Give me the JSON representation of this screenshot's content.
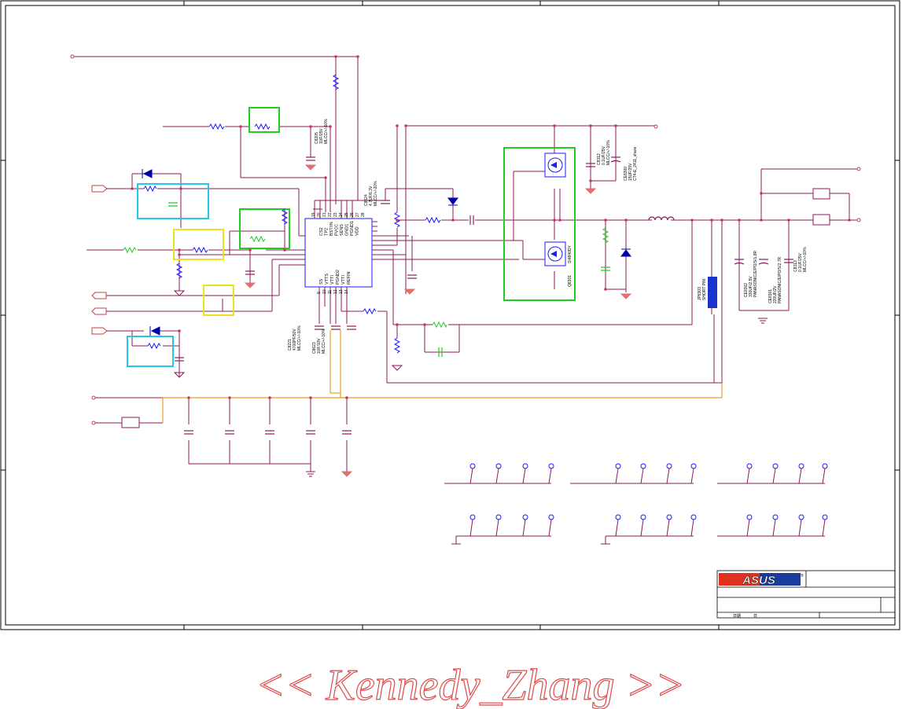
{
  "colors": {
    "wire": "#8b1a5a",
    "frame": "#000000",
    "highlight_green": "#22cc22",
    "highlight_cyan": "#22c8e8",
    "highlight_yellow": "#f0e020",
    "power_orange": "#e8a020",
    "ground": "#e07070",
    "ic_body": "#1a1aff",
    "diode": "#0000aa",
    "jumper": "#1a33cc",
    "watermark": "#e04a4a",
    "logo_red": "#e03020",
    "logo_blue": "#1a3c9c"
  },
  "ic": {
    "left_pins": [
      "SS",
      "VTTS",
      "VTTI",
      "PGND2",
      "VTTI",
      "REFIN"
    ],
    "top_pins": [
      "CS2",
      "TP2",
      "BST/IN",
      "PVCC",
      "SENS",
      "GND1",
      "PGND1",
      "VDD"
    ],
    "pin_numbers": [
      "9",
      "10",
      "11",
      "12",
      "13",
      "14",
      "19",
      "20",
      "21",
      "22",
      "23",
      "24",
      "25",
      "26",
      "27",
      "28"
    ]
  },
  "components": {
    "cap_top_center": [
      "C8205",
      "1UF/25V",
      "MLCC/+/-10%"
    ],
    "cap_bst": [
      "C8624",
      "4.7UF/6.3V",
      "MLCC/+/-20%"
    ],
    "cap_right_mid": [
      "C8312",
      "0.1UF/25V",
      "MLCC/+/-10%"
    ],
    "cap_right_bulk": [
      "CE8300",
      "15UF/25V",
      "CT4-E_2411_share"
    ],
    "fet_bottom": [
      "Q8301",
      "SI4840DY"
    ],
    "jumper": [
      "JP8303",
      "SHORT PIN"
    ],
    "out_cap_1": [
      "CE8302",
      "330UF/2.5V",
      "PANASONIC/E/PO/S/1.8R"
    ],
    "out_cap_2": [
      "CE8301",
      "220UF/2V",
      "PANASONIC/E/PO/S/2.7R"
    ],
    "out_cap_3": [
      "C8313",
      "0.1UF/25V",
      "MLCC/+/-10%"
    ],
    "cap_ss": [
      "C8221",
      "4700PF/50V",
      "MLCC/+/-10%"
    ],
    "cap_vtt": [
      "C8623",
      "1UF/10V",
      "MLCC/+/-10%"
    ]
  },
  "title_block": {
    "logo": "ASUS",
    "footer_left": "日期",
    "footer_mid": "日"
  },
  "watermark": "<< Kennedy_Zhang >>"
}
